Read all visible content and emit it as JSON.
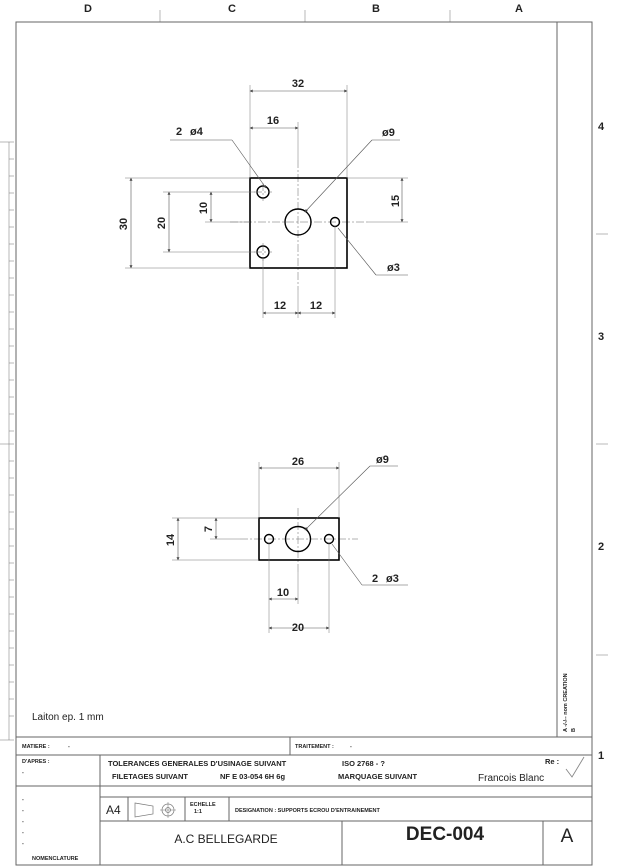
{
  "zones": {
    "columns": [
      "D",
      "C",
      "B",
      "A"
    ],
    "rows": [
      "4",
      "3",
      "2",
      "1"
    ]
  },
  "view_top": {
    "dims": {
      "w32": "32",
      "w16": "16",
      "holes_small": "2",
      "holes_small_dia": "ø4",
      "center_dia": "ø9",
      "h30": "30",
      "h20": "20",
      "h10": "10",
      "h15": "15",
      "side_hole_dia": "ø3",
      "b12a": "12",
      "b12b": "12"
    }
  },
  "view_bottom": {
    "dims": {
      "w26": "26",
      "center_dia": "ø9",
      "h14": "14",
      "h7": "7",
      "holes_count": "2",
      "holes_dia": "ø3",
      "b10": "10",
      "b20": "20"
    }
  },
  "material_note": "Laiton ep. 1 mm",
  "side_revision": "A  -/-/--  nom CREATION",
  "side_revision_b": "B",
  "title_block": {
    "matiere_label": "MATIERE :",
    "matiere_value": "-",
    "traitement_label": "TRAITEMENT :",
    "traitement_value": "-",
    "dapres_label": "D'APRES :",
    "dapres_value": "-",
    "tolerances": "TOLERANCES GENERALES D'USINAGE SUIVANT",
    "iso": "ISO 2768 - ?",
    "filetages": "FILETAGES SUIVANT",
    "nfe": "NF E 03-054 6H 6g",
    "marquage": "MARQUAGE SUIVANT",
    "re_label": "Re :",
    "author": "Francois Blanc",
    "format": "A4",
    "echelle_label": "ECHELLE",
    "echelle_value": "1:1",
    "designation": "DESIGNATION : SUPPORTS ECROU D'ENTRAINEMENT",
    "company": "A.C BELLEGARDE",
    "drawing_number": "DEC-004",
    "revision": "A",
    "nomenclature_label": "NOMENCLATURE",
    "nomenclature_items": [
      "-",
      "-",
      "-",
      "-",
      "-"
    ]
  }
}
